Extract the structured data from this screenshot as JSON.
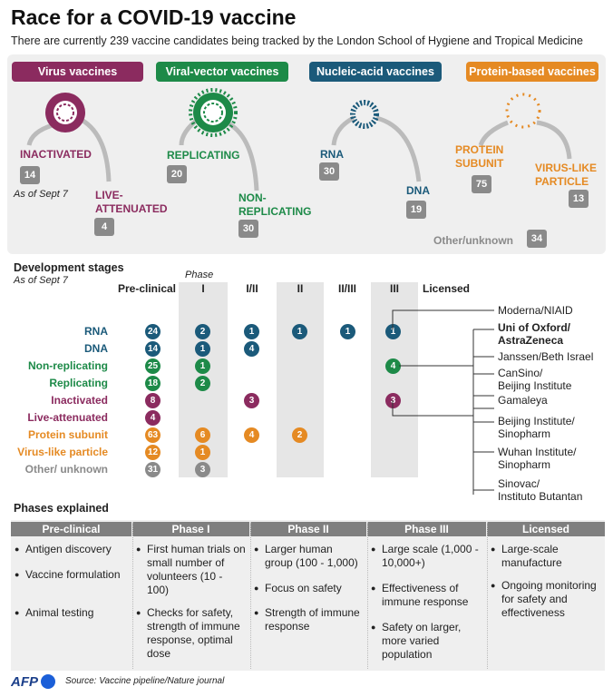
{
  "title": "Race for a COVID-19 vaccine",
  "subtitle": "There are currently 239 vaccine candidates being tracked by the London School of Hygiene and Tropical Medicine",
  "colors": {
    "virus": "#8b2b5f",
    "vector": "#1d8a48",
    "nucleic": "#1b5a7a",
    "protein": "#e58a23",
    "grey": "#8a8a8a"
  },
  "categories": {
    "virus": {
      "header": "Virus vaccines",
      "inactivated": {
        "label": "INACTIVATED",
        "count": "14"
      },
      "live": {
        "label1": "LIVE-",
        "label2": "ATTENUATED",
        "count": "4"
      },
      "note": "As of Sept 7"
    },
    "vector": {
      "header": "Viral-vector vaccines",
      "replicating": {
        "label": "REPLICATING",
        "count": "20"
      },
      "non": {
        "label1": "NON-",
        "label2": "REPLICATING",
        "count": "30"
      }
    },
    "nucleic": {
      "header": "Nucleic-acid vaccines",
      "rna": {
        "label": "RNA",
        "count": "30"
      },
      "dna": {
        "label": "DNA",
        "count": "19"
      }
    },
    "protein": {
      "header": "Protein-based vaccines",
      "subunit": {
        "label1": "PROTEIN",
        "label2": "SUBUNIT",
        "count": "75"
      },
      "vlp": {
        "label1": "VIRUS-LIKE",
        "label2": "PARTICLE",
        "count": "13"
      }
    },
    "other": {
      "label": "Other/unknown",
      "count": "34"
    }
  },
  "dev": {
    "title": "Development stages",
    "note": "As of Sept 7",
    "phase_label": "Phase",
    "columns": [
      "Pre-clinical",
      "I",
      "I/II",
      "II",
      "II/III",
      "III",
      "Licensed"
    ],
    "rows": [
      {
        "label": "RNA",
        "color": "#1b5a7a",
        "cells": [
          "24",
          "2",
          "1",
          "1",
          "1",
          "1",
          ""
        ]
      },
      {
        "label": "DNA",
        "color": "#1b5a7a",
        "cells": [
          "14",
          "1",
          "4",
          "",
          "",
          "",
          ""
        ]
      },
      {
        "label": "Non-replicating",
        "color": "#1d8a48",
        "cells": [
          "25",
          "1",
          "",
          "",
          "",
          "4",
          ""
        ]
      },
      {
        "label": "Replicating",
        "color": "#1d8a48",
        "cells": [
          "18",
          "2",
          "",
          "",
          "",
          "",
          ""
        ]
      },
      {
        "label": "Inactivated",
        "color": "#8b2b5f",
        "cells": [
          "8",
          "",
          "3",
          "",
          "",
          "3",
          ""
        ]
      },
      {
        "label": "Live-attenuated",
        "color": "#8b2b5f",
        "cells": [
          "4",
          "",
          "",
          "",
          "",
          "",
          ""
        ]
      },
      {
        "label": "Protein subunit",
        "color": "#e58a23",
        "cells": [
          "63",
          "6",
          "4",
          "2",
          "",
          "",
          ""
        ]
      },
      {
        "label": "Virus-like particle",
        "color": "#e58a23",
        "cells": [
          "12",
          "1",
          "",
          "",
          "",
          "",
          ""
        ]
      },
      {
        "label": "Other/ unknown",
        "color": "#8a8a8a",
        "cells": [
          "31",
          "3",
          "",
          "",
          "",
          "",
          ""
        ]
      }
    ],
    "developers": {
      "moderna": "Moderna/NIAID",
      "oxford1": "Uni of Oxford/",
      "oxford2": "AstraZeneca",
      "janssen": "Janssen/Beth Israel",
      "cansino1": "CanSino/",
      "cansino2": "Beijing Institute",
      "gamaleya": "Gamaleya",
      "beijing1": "Beijing Institute/",
      "beijing2": "Sinopharm",
      "wuhan1": "Wuhan Institute/",
      "wuhan2": "Sinopharm",
      "sinovac1": "Sinovac/",
      "sinovac2": "Instituto Butantan"
    }
  },
  "phases": {
    "title": "Phases explained",
    "columns": [
      {
        "header": "Pre-clinical",
        "items": [
          "Antigen discovery",
          "Vaccine formulation",
          "Animal testing"
        ]
      },
      {
        "header": "Phase I",
        "items": [
          "First human trials on small number of volunteers (10 - 100)",
          "Checks for safety, strength of immune response, optimal dose"
        ]
      },
      {
        "header": "Phase II",
        "items": [
          "Larger human group (100 - 1,000)",
          "Focus on safety",
          "Strength of immune response"
        ]
      },
      {
        "header": "Phase III",
        "items": [
          "Large scale (1,000 - 10,000+)",
          "Effectiveness of immune response",
          "Safety on larger, more varied population"
        ]
      },
      {
        "header": "Licensed",
        "items": [
          "Large-scale manufacture",
          "Ongoing monitoring for safety and effectiveness"
        ]
      }
    ]
  },
  "footer": {
    "logo": "AFP",
    "source": "Source: Vaccine pipeline/Nature journal"
  }
}
